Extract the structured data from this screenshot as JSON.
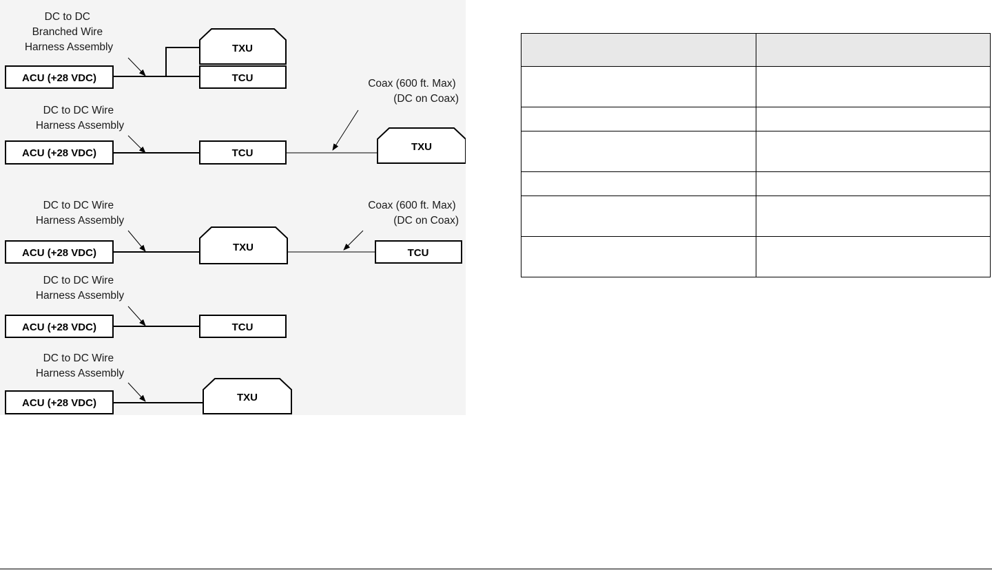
{
  "diagram": {
    "configs": [
      {
        "harness_label": [
          "DC to DC",
          "Branched Wire",
          "Harness Assembly"
        ],
        "acu_label": "ACU (+28 VDC)",
        "units": [
          "TXU",
          "TCU"
        ]
      },
      {
        "harness_label": [
          "DC to DC Wire",
          "Harness Assembly"
        ],
        "acu_label": "ACU (+28 VDC)",
        "units": [
          "TCU",
          "TXU"
        ],
        "coax_label": [
          "Coax (600 ft. Max)",
          "(DC on Coax)"
        ]
      },
      {
        "harness_label": [
          "DC to DC Wire",
          "Harness Assembly"
        ],
        "acu_label": "ACU (+28 VDC)",
        "units": [
          "TXU",
          "TCU"
        ],
        "coax_label": [
          "Coax (600 ft. Max)",
          "(DC on Coax)"
        ]
      },
      {
        "harness_label": [
          "DC to DC Wire",
          "Harness Assembly"
        ],
        "acu_label": "ACU (+28 VDC)",
        "units": [
          "TCU"
        ]
      },
      {
        "harness_label": [
          "DC to DC Wire",
          "Harness Assembly"
        ],
        "acu_label": "ACU (+28 VDC)",
        "units": [
          "TXU"
        ]
      }
    ]
  },
  "table": {
    "headers": [
      "",
      ""
    ],
    "rows": [
      [
        "",
        ""
      ],
      [
        "",
        ""
      ],
      [
        "",
        ""
      ],
      [
        "",
        ""
      ],
      [
        "",
        ""
      ],
      [
        "",
        ""
      ]
    ]
  }
}
